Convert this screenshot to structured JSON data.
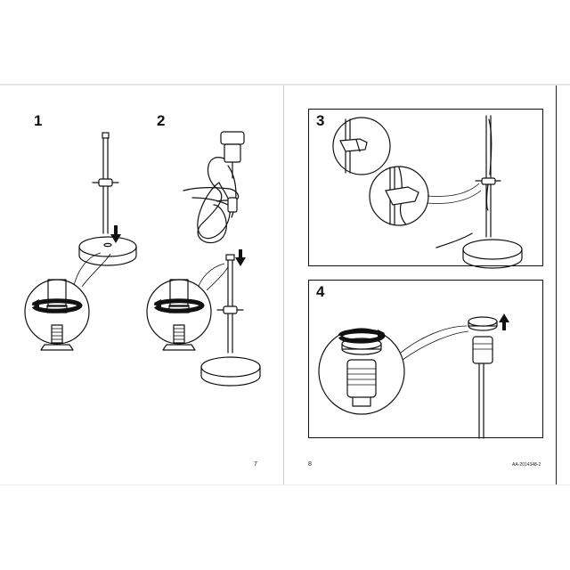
{
  "left_page": {
    "steps": [
      {
        "number": "1"
      },
      {
        "number": "2"
      }
    ],
    "page_number": "7"
  },
  "right_page": {
    "steps": [
      {
        "number": "3"
      },
      {
        "number": "4"
      }
    ],
    "page_number": "8",
    "document_code": "AA-2014348-2"
  },
  "icons": [
    "rotate-arrow-icon",
    "down-arrow-icon",
    "up-arrow-icon"
  ]
}
